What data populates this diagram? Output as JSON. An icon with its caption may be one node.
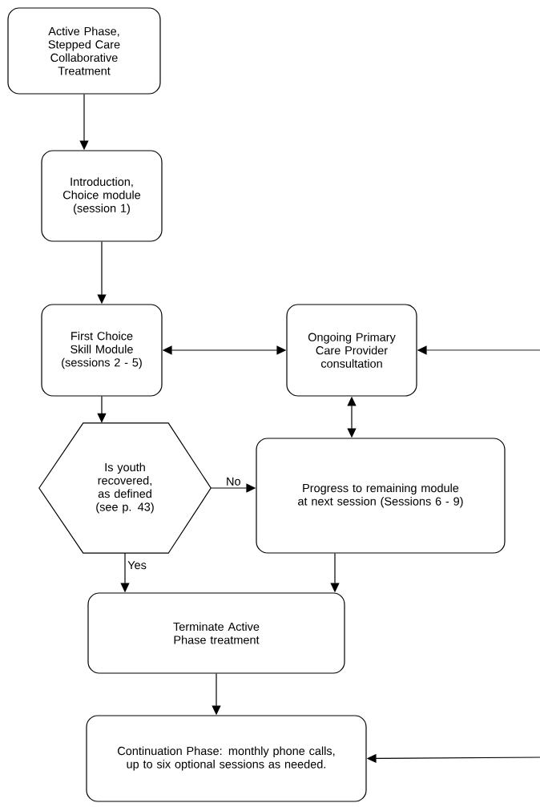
{
  "diagram": {
    "nodes": [
      {
        "text": [
          "Active Phase, Stepped Care Collaborative Treatment"
        ]
      },
      {
        "text": [
          "Introduction, Choice module (session 1)"
        ]
      },
      {
        "text": [
          "First Choice Skill Module (sessions 2 - 5)"
        ]
      },
      {
        "text": [
          "Ongoing Primary Care Provider consultation"
        ]
      },
      {
        "text": [
          "Is youth recovered, as defined (see p. 43)"
        ]
      },
      {
        "text": [
          "Progress to remaining module at next session (Sessions 6 - 9)"
        ]
      },
      {
        "text": [
          "Terminate Active Phase treatment"
        ]
      },
      {
        "text": [
          "Continuation Phase: monthly phone calls, up to six optional sessions as needed."
        ]
      }
    ],
    "edges": [
      {
        "from": 0,
        "to": 1,
        "arrow": "to"
      },
      {
        "from": 1,
        "to": 2,
        "arrow": "to"
      },
      {
        "from": 2,
        "to": 3,
        "arrow": "both"
      },
      {
        "from": 2,
        "to": 4,
        "arrow": "to"
      },
      {
        "from": 4,
        "to": 5,
        "arrow": "to",
        "label": "No"
      },
      {
        "from": 3,
        "to": 5,
        "arrow": "both"
      },
      {
        "from": 4,
        "to": 6,
        "arrow": "to",
        "label": "Yes"
      },
      {
        "from": 5,
        "to": 6,
        "arrow": "to"
      },
      {
        "from": 6,
        "to": 7,
        "arrow": "to"
      },
      {
        "from": null,
        "to": 3,
        "arrow": "to"
      },
      {
        "from": null,
        "to": 7,
        "arrow": "to"
      }
    ]
  }
}
